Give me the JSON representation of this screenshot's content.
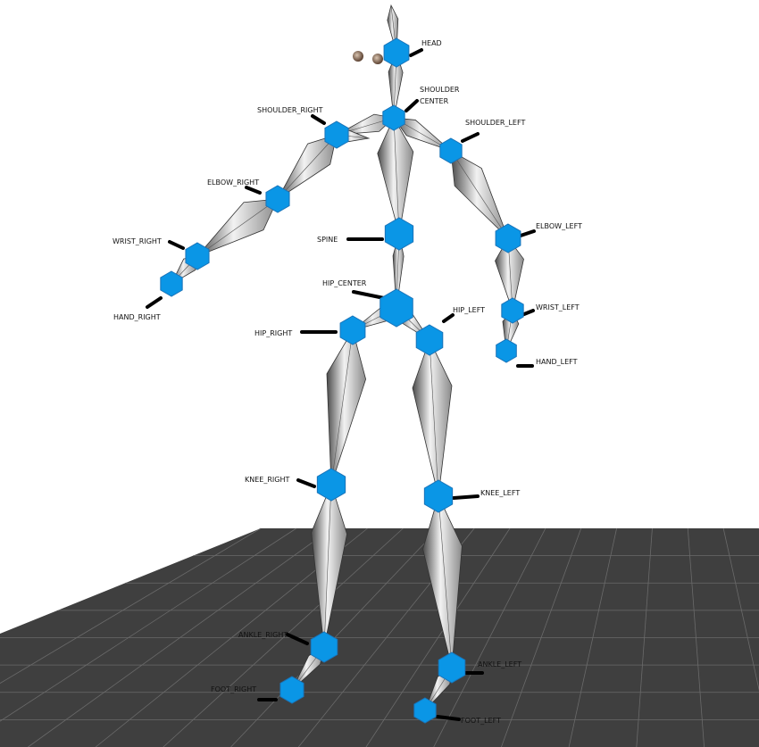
{
  "scene": {
    "colors": {
      "background": "#ffffff",
      "joint_fill": "#0a96e6",
      "joint_stroke": "#1a73b8",
      "leader_line": "#000000",
      "floor": "#3f3f3f",
      "floor_grid": "#6a6a6a",
      "bone_light": "#f2f2f2",
      "bone_dark": "#4a4a4a"
    },
    "joints": [
      {
        "id": "head",
        "label": "HEAD"
      },
      {
        "id": "shoulder-center",
        "label": "SHOULDER CENTER"
      },
      {
        "id": "shoulder-right",
        "label": "SHOULDER_RIGHT"
      },
      {
        "id": "shoulder-left",
        "label": "SHOULDER_LEFT"
      },
      {
        "id": "elbow-right",
        "label": "ELBOW_RIGHT"
      },
      {
        "id": "elbow-left",
        "label": "ELBOW_LEFT"
      },
      {
        "id": "spine",
        "label": "SPINE"
      },
      {
        "id": "wrist-right",
        "label": "WRIST_RIGHT"
      },
      {
        "id": "hand-right",
        "label": "HAND_RIGHT"
      },
      {
        "id": "hip-center",
        "label": "HIP_CENTER"
      },
      {
        "id": "hip-right",
        "label": "HIP_RIGHT"
      },
      {
        "id": "hip-left",
        "label": "HIP_LEFT"
      },
      {
        "id": "wrist-left",
        "label": "WRIST_LEFT"
      },
      {
        "id": "hand-left",
        "label": "HAND_LEFT"
      },
      {
        "id": "knee-right",
        "label": "KNEE_RIGHT"
      },
      {
        "id": "knee-left",
        "label": "KNEE_LEFT"
      },
      {
        "id": "ankle-right",
        "label": "ANKLE_RIGHT"
      },
      {
        "id": "ankle-left",
        "label": "ANKLE_LEFT"
      },
      {
        "id": "foot-right",
        "label": "FOOT_RIGHT"
      },
      {
        "id": "foot-left",
        "label": "FOOT_LEFT"
      }
    ]
  }
}
